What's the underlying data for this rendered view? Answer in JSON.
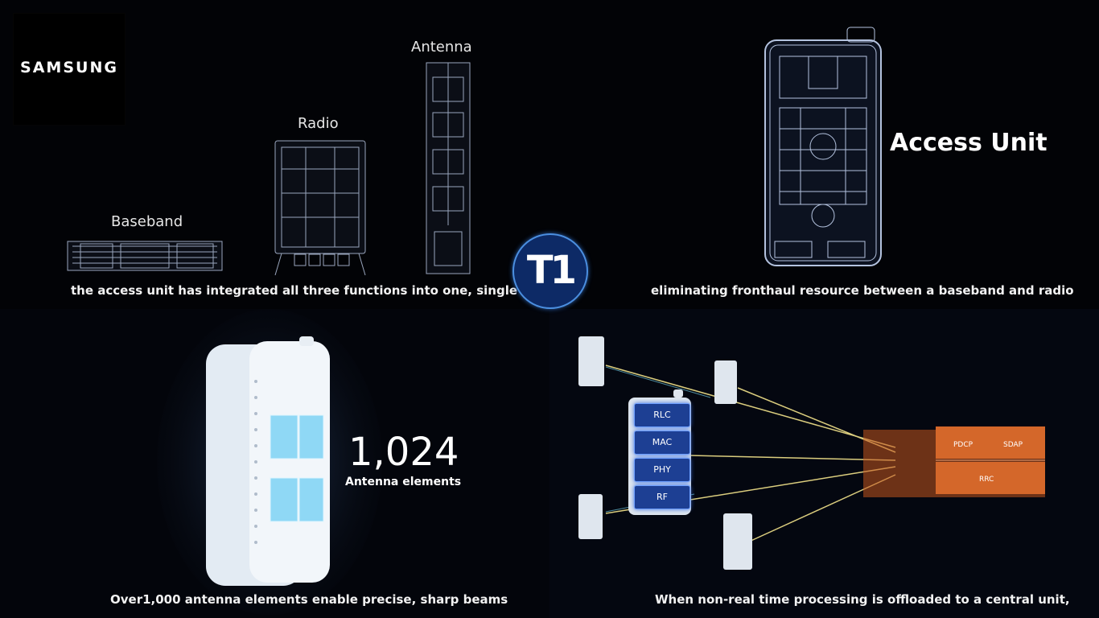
{
  "brand": {
    "logo_text": "SAMSUNG"
  },
  "top_left": {
    "labels": {
      "baseband": "Baseband",
      "radio": "Radio",
      "antenna": "Antenna"
    },
    "caption": "the access unit has integrated all three functions into one, single product"
  },
  "top_right": {
    "title": "Access Unit",
    "caption": "eliminating fronthaul resource between a baseband and radio"
  },
  "bottom_left": {
    "number": "1,024",
    "number_label": "Antenna elements",
    "caption": "Over1,000 antenna elements enable precise, sharp beams"
  },
  "bottom_right": {
    "stack": [
      "RLC",
      "MAC",
      "PHY",
      "RF"
    ],
    "server_labels": {
      "pdcp": "PDCP",
      "sdap": "SDAP",
      "rrc": "RRC"
    },
    "caption": "When non-real time processing is offloaded to a central unit,"
  },
  "badge": {
    "text": "T1"
  },
  "colors": {
    "background": "#020306",
    "wireframe": "#9aa6bd",
    "accent_blue": "#1d3f93",
    "server_orange": "#d4672a",
    "beam_yellow": "#f3e38a",
    "beam_cyan": "#7fe6ff"
  }
}
